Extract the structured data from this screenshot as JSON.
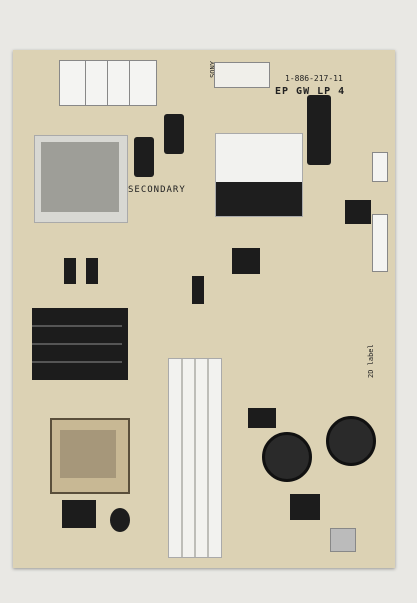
{
  "board": {
    "brand": "SONY",
    "part_number": "1-886-217-11",
    "model_code": "EP GW LP 4",
    "section_label": "SECONDARY",
    "marking_2d_label": "2D label"
  },
  "colors": {
    "background": "#e9e8e4",
    "pcb": "#dcd2b4",
    "components": "#1c1c1c",
    "heatsink": "#f2f2ef"
  }
}
